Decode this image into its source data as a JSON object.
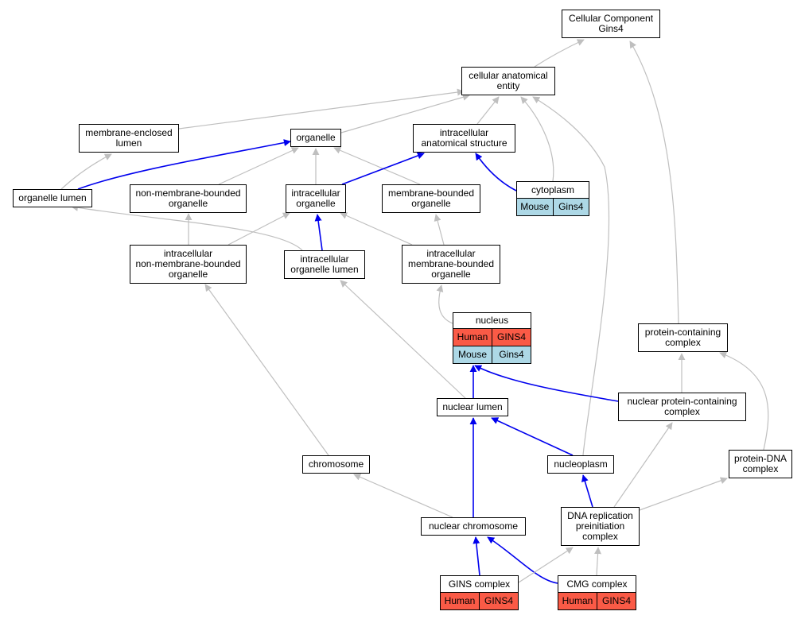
{
  "colors": {
    "is_a_edge": "#bfbfbf",
    "part_of_edge": "#0000ee",
    "human": "#fa5a46",
    "mouse": "#add8e6"
  },
  "nodes": [
    {
      "id": "cellular_component",
      "label": "Cellular Component\nGins4"
    },
    {
      "id": "cellular_anatomical_entity",
      "label": "cellular anatomical\nentity"
    },
    {
      "id": "membrane_enclosed_lumen",
      "label": "membrane-enclosed\nlumen"
    },
    {
      "id": "organelle",
      "label": "organelle"
    },
    {
      "id": "intracellular_anatomical_structure",
      "label": "intracellular\nanatomical structure"
    },
    {
      "id": "organelle_lumen",
      "label": "organelle lumen"
    },
    {
      "id": "non_membrane_bounded_organelle",
      "label": "non-membrane-bounded\norganelle"
    },
    {
      "id": "intracellular_organelle",
      "label": "intracellular\norganelle"
    },
    {
      "id": "membrane_bounded_organelle",
      "label": "membrane-bounded\norganelle"
    },
    {
      "id": "cytoplasm",
      "label": "cytoplasm",
      "rows": [
        {
          "species": "Mouse",
          "gene": "Gins4"
        }
      ]
    },
    {
      "id": "intracellular_non_membrane_bounded_organelle",
      "label": "intracellular\nnon-membrane-bounded\norganelle"
    },
    {
      "id": "intracellular_organelle_lumen",
      "label": "intracellular\norganelle lumen"
    },
    {
      "id": "intracellular_membrane_bounded_organelle",
      "label": "intracellular\nmembrane-bounded\norganelle"
    },
    {
      "id": "nucleus",
      "label": "nucleus",
      "rows": [
        {
          "species": "Human",
          "gene": "GINS4"
        },
        {
          "species": "Mouse",
          "gene": "Gins4"
        }
      ]
    },
    {
      "id": "protein_containing_complex",
      "label": "protein-containing\ncomplex"
    },
    {
      "id": "nuclear_lumen",
      "label": "nuclear lumen"
    },
    {
      "id": "nuclear_protein_containing_complex",
      "label": "nuclear protein-containing\ncomplex"
    },
    {
      "id": "chromosome",
      "label": "chromosome"
    },
    {
      "id": "nucleoplasm",
      "label": "nucleoplasm"
    },
    {
      "id": "protein_dna_complex",
      "label": "protein-DNA\ncomplex"
    },
    {
      "id": "dna_replication_preinitiation_complex",
      "label": "DNA replication\npreinitiation\ncomplex"
    },
    {
      "id": "nuclear_chromosome",
      "label": "nuclear chromosome"
    },
    {
      "id": "gins_complex",
      "label": "GINS complex",
      "rows": [
        {
          "species": "Human",
          "gene": "GINS4"
        }
      ]
    },
    {
      "id": "cmg_complex",
      "label": "CMG complex",
      "rows": [
        {
          "species": "Human",
          "gene": "GINS4"
        }
      ]
    }
  ],
  "edges": [
    {
      "from": "cellular_anatomical_entity",
      "to": "cellular_component",
      "type": "is_a"
    },
    {
      "from": "protein_containing_complex",
      "to": "cellular_component",
      "type": "is_a"
    },
    {
      "from": "membrane_enclosed_lumen",
      "to": "cellular_anatomical_entity",
      "type": "is_a"
    },
    {
      "from": "organelle",
      "to": "cellular_anatomical_entity",
      "type": "is_a"
    },
    {
      "from": "intracellular_anatomical_structure",
      "to": "cellular_anatomical_entity",
      "type": "is_a"
    },
    {
      "from": "cytoplasm",
      "to": "cellular_anatomical_entity",
      "type": "is_a"
    },
    {
      "from": "nucleoplasm",
      "to": "cellular_anatomical_entity",
      "type": "is_a"
    },
    {
      "from": "organelle_lumen",
      "to": "membrane_enclosed_lumen",
      "type": "is_a"
    },
    {
      "from": "organelle_lumen",
      "to": "organelle",
      "type": "part_of"
    },
    {
      "from": "non_membrane_bounded_organelle",
      "to": "organelle",
      "type": "is_a"
    },
    {
      "from": "intracellular_organelle",
      "to": "organelle",
      "type": "is_a"
    },
    {
      "from": "membrane_bounded_organelle",
      "to": "organelle",
      "type": "is_a"
    },
    {
      "from": "intracellular_organelle",
      "to": "intracellular_anatomical_structure",
      "type": "part_of"
    },
    {
      "from": "cytoplasm",
      "to": "intracellular_anatomical_structure",
      "type": "part_of"
    },
    {
      "from": "intracellular_organelle_lumen",
      "to": "organelle_lumen",
      "type": "is_a"
    },
    {
      "from": "intracellular_non_membrane_bounded_organelle",
      "to": "non_membrane_bounded_organelle",
      "type": "is_a"
    },
    {
      "from": "intracellular_non_membrane_bounded_organelle",
      "to": "intracellular_organelle",
      "type": "is_a"
    },
    {
      "from": "intracellular_organelle_lumen",
      "to": "intracellular_organelle",
      "type": "part_of"
    },
    {
      "from": "intracellular_membrane_bounded_organelle",
      "to": "intracellular_organelle",
      "type": "is_a"
    },
    {
      "from": "intracellular_membrane_bounded_organelle",
      "to": "membrane_bounded_organelle",
      "type": "is_a"
    },
    {
      "from": "chromosome",
      "to": "intracellular_non_membrane_bounded_organelle",
      "type": "is_a"
    },
    {
      "from": "nuclear_lumen",
      "to": "intracellular_organelle_lumen",
      "type": "is_a"
    },
    {
      "from": "nucleus",
      "to": "intracellular_membrane_bounded_organelle",
      "type": "is_a"
    },
    {
      "from": "nuclear_lumen",
      "to": "nucleus",
      "type": "part_of"
    },
    {
      "from": "nuclear_protein_containing_complex",
      "to": "nucleus",
      "type": "part_of"
    },
    {
      "from": "nuclear_protein_containing_complex",
      "to": "protein_containing_complex",
      "type": "is_a"
    },
    {
      "from": "protein_dna_complex",
      "to": "protein_containing_complex",
      "type": "is_a"
    },
    {
      "from": "nuclear_chromosome",
      "to": "nuclear_lumen",
      "type": "part_of"
    },
    {
      "from": "nucleoplasm",
      "to": "nuclear_lumen",
      "type": "part_of"
    },
    {
      "from": "dna_replication_preinitiation_complex",
      "to": "nuclear_protein_containing_complex",
      "type": "is_a"
    },
    {
      "from": "nuclear_chromosome",
      "to": "chromosome",
      "type": "is_a"
    },
    {
      "from": "dna_replication_preinitiation_complex",
      "to": "nucleoplasm",
      "type": "part_of"
    },
    {
      "from": "dna_replication_preinitiation_complex",
      "to": "protein_dna_complex",
      "type": "is_a"
    },
    {
      "from": "gins_complex",
      "to": "nuclear_chromosome",
      "type": "part_of"
    },
    {
      "from": "cmg_complex",
      "to": "nuclear_chromosome",
      "type": "part_of"
    },
    {
      "from": "gins_complex",
      "to": "dna_replication_preinitiation_complex",
      "type": "is_a"
    },
    {
      "from": "cmg_complex",
      "to": "dna_replication_preinitiation_complex",
      "type": "is_a"
    }
  ]
}
